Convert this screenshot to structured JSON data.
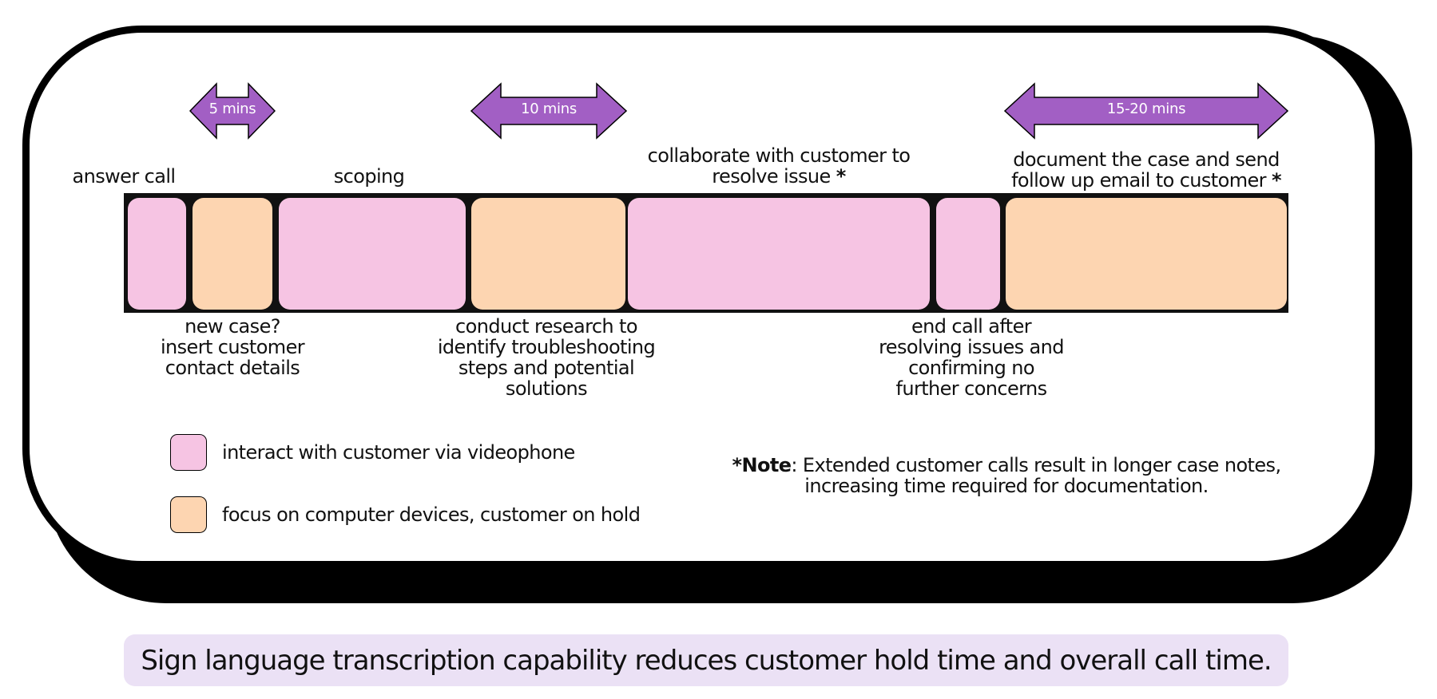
{
  "colors": {
    "interact": "#f6c4e3",
    "focus": "#fdd5b1",
    "arrow": "#a25fc4",
    "footer_bg": "#ebe1f5"
  },
  "arrows": {
    "a1": "5 mins",
    "a2": "10  mins",
    "a3": "15-20 mins"
  },
  "steps": {
    "answer_call": "answer call",
    "scoping": "scoping",
    "collaborate_line1": "collaborate with customer to",
    "collaborate_line2": "resolve issue",
    "document_line1": "document the case and send",
    "document_line2": "follow up email to customer",
    "asterisk": "*",
    "new_case_line1": "new case?",
    "new_case_line2": "insert customer",
    "new_case_line3": "contact details",
    "research_line1": "conduct research to",
    "research_line2": "identify troubleshooting",
    "research_line3": "steps and potential",
    "research_line4": "solutions",
    "end_call_line1": "end call after",
    "end_call_line2": "resolving issues and",
    "end_call_line3": "confirming no",
    "end_call_line4": "further concerns"
  },
  "legend": {
    "interact": "interact with customer via videophone",
    "focus": "focus on computer devices, customer on hold"
  },
  "note": {
    "label": "*Note",
    "line1": ": Extended customer calls result in longer case notes,",
    "line2": "increasing time required for documentation."
  },
  "footer": {
    "text": "Sign language transcription capability reduces customer hold time and overall call time."
  }
}
